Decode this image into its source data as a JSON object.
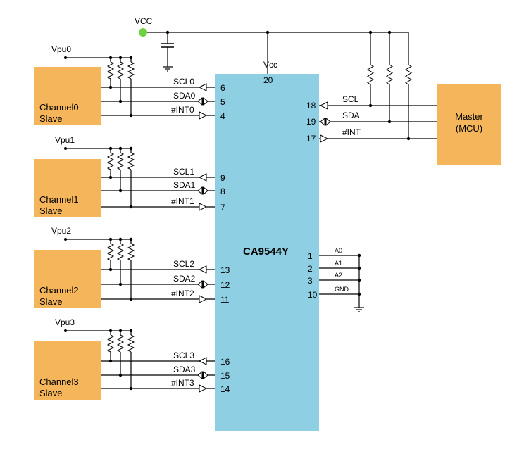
{
  "colors": {
    "chip": "#8ecfe3",
    "slave": "#f5b55b",
    "vcc_dot": "#6dd23f",
    "wire": "#000000"
  },
  "chip": {
    "name": "CA9544Y",
    "vcc_label": "Vcc",
    "vcc_pin": "20"
  },
  "vcc_label": "VCC",
  "master": {
    "line1": "Master",
    "line2": "(MCU)"
  },
  "master_signals": [
    {
      "name": "SCL",
      "pin": "18",
      "arrow": "in"
    },
    {
      "name": "SDA",
      "pin": "19",
      "arrow": "bi"
    },
    {
      "name": "#INT",
      "pin": "17",
      "arrow": "out"
    }
  ],
  "channels": [
    {
      "vpu": "Vpu0",
      "line1": "Channel0",
      "line2": "Slave",
      "signals": [
        {
          "name": "SCL0",
          "pin": "6"
        },
        {
          "name": "SDA0",
          "pin": "5"
        },
        {
          "name": "#INT0",
          "pin": "4"
        }
      ]
    },
    {
      "vpu": "Vpu1",
      "line1": "Channel1",
      "line2": "Slave",
      "signals": [
        {
          "name": "SCL1",
          "pin": "9"
        },
        {
          "name": "SDA1",
          "pin": "8"
        },
        {
          "name": "#INT1",
          "pin": "7"
        }
      ]
    },
    {
      "vpu": "Vpu2",
      "line1": "Channel2",
      "line2": "Slave",
      "signals": [
        {
          "name": "SCL2",
          "pin": "13"
        },
        {
          "name": "SDA2",
          "pin": "12"
        },
        {
          "name": "#INT2",
          "pin": "11"
        }
      ]
    },
    {
      "vpu": "Vpu3",
      "line1": "Channel3",
      "line2": "Slave",
      "signals": [
        {
          "name": "SCL3",
          "pin": "16"
        },
        {
          "name": "SDA3",
          "pin": "15"
        },
        {
          "name": "#INT3",
          "pin": "14"
        }
      ]
    }
  ],
  "address_pins": [
    {
      "name": "A0",
      "pin": "1"
    },
    {
      "name": "A1",
      "pin": "2"
    },
    {
      "name": "A2",
      "pin": "3"
    },
    {
      "name": "GND",
      "pin": "10"
    }
  ]
}
